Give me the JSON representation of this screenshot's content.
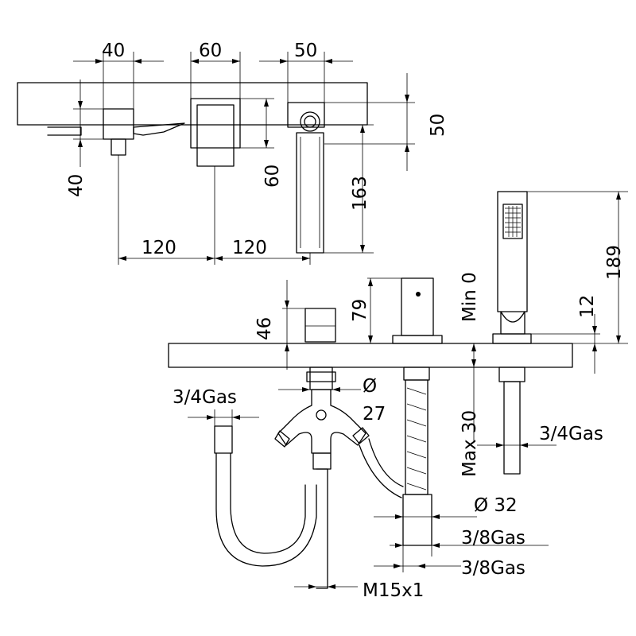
{
  "top_view": {
    "dims": {
      "w40": "40",
      "w60": "60",
      "w50": "50",
      "h50": "50",
      "h40": "40",
      "h60": "60",
      "h163": "163",
      "d120a": "120",
      "d120b": "120"
    }
  },
  "side_view": {
    "dims": {
      "h46": "46",
      "h79": "79",
      "min0": "Min 0",
      "max30": "Max  30",
      "h189": "189",
      "h12": "12",
      "gas_left": "3/4Gas",
      "gas_right": "3/4Gas",
      "dia_symbol": "Ø",
      "dia27": "27",
      "dia32": "Ø 32",
      "gas38a": "3/8Gas",
      "gas38b": "3/8Gas",
      "m15": "M15x1"
    }
  },
  "colors": {
    "line": "#000000",
    "background": "#ffffff"
  }
}
